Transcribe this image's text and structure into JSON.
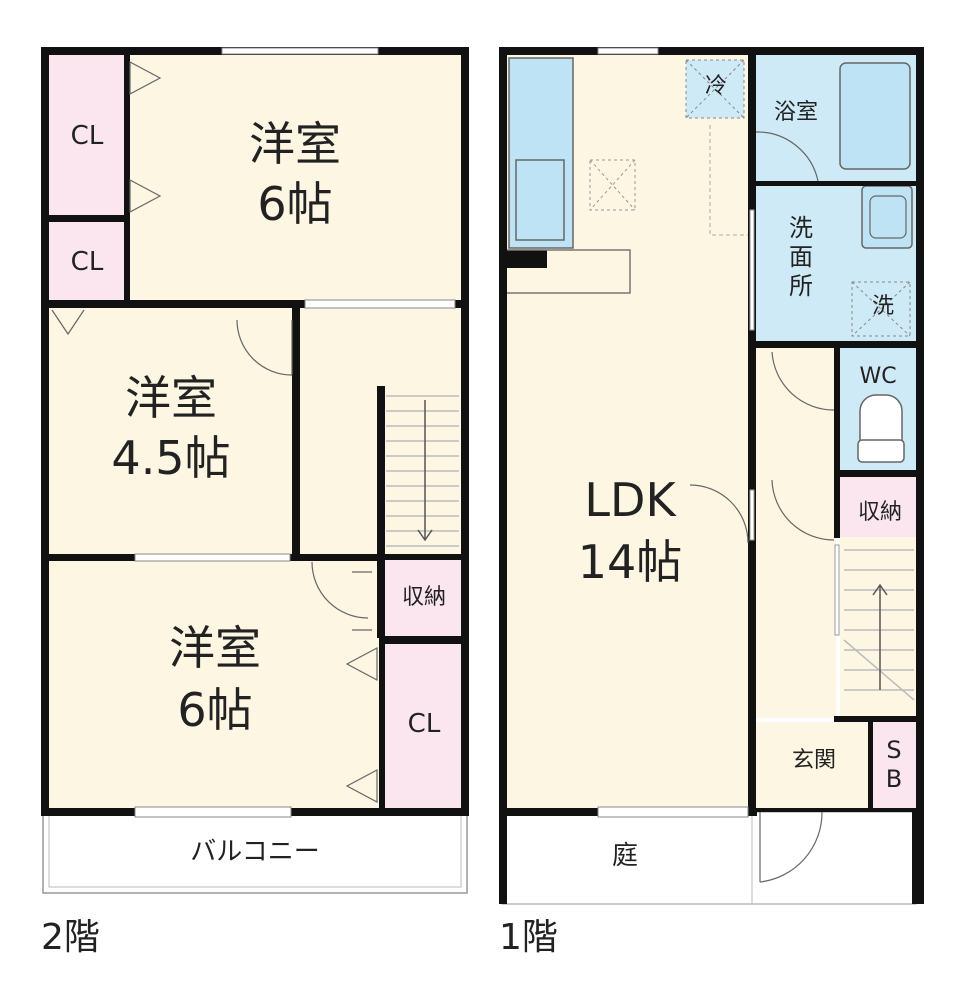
{
  "floor2": {
    "label": "2階",
    "rooms": {
      "cl_top": "CL",
      "cl_mid": "CL",
      "room_a": {
        "name": "洋室",
        "size": "6帖"
      },
      "room_b": {
        "name": "洋室",
        "size": "4.5帖"
      },
      "room_c": {
        "name": "洋室",
        "size": "6帖"
      },
      "storage": "収納",
      "cl_bottom": "CL",
      "balcony": "バルコニー"
    }
  },
  "floor1": {
    "label": "1階",
    "rooms": {
      "fridge": "冷",
      "bath": "浴室",
      "washroom": [
        "洗",
        "面",
        "所"
      ],
      "washer": "洗",
      "wc": "WC",
      "ldk": {
        "name": "LDK",
        "size": "14帖"
      },
      "storage": "収納",
      "entrance": "玄関",
      "sb": [
        "S",
        "B"
      ],
      "garden": "庭"
    }
  },
  "colors": {
    "wall": "#111111",
    "room_fill": "#fcf6e3",
    "closet_fill": "#fbe6ef",
    "wet_fill": "#cfeaf7",
    "fixture_fill": "#bde3f5",
    "white": "#ffffff"
  }
}
